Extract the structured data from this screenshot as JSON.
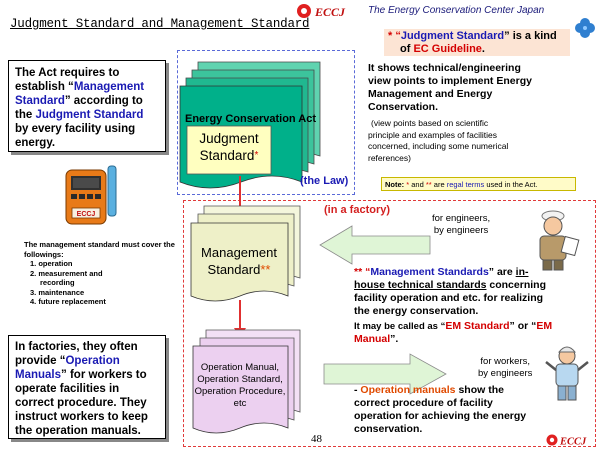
{
  "header": {
    "title": "Judgment Standard and Management Standard",
    "logo_text": "ECCJ",
    "org_name": "The Energy Conservation Center Japan"
  },
  "left": {
    "act_box": {
      "line1": "The Act requires to",
      "line2a": "establish “",
      "line2b": "Management",
      "line3a": "Standard",
      "line3b": "” according to",
      "line4a": "the ",
      "line4b": "Judgment Standard",
      "line5": "by every facility using",
      "line6": "energy."
    },
    "device_label": "ECCJ",
    "mgmt_intro": "The management standard must cover the followings:",
    "mgmt_list": [
      "1. operation",
      "2. measurement and",
      "recording",
      "3. maintenance",
      "4. future replacement"
    ],
    "factory_box": {
      "line1": "In factories, they often",
      "line2a": "provide “",
      "line2b": "Operation",
      "line3a": "Manuals",
      "line3b": "” for workers to",
      "line4": "operate facilities in",
      "line5": "correct procedure. They",
      "line6": "instruct workers to keep",
      "line7": "the operation manuals."
    }
  },
  "center": {
    "act_doc": "Energy Conservation Act",
    "judgment_line1": "Judgment",
    "judgment_line2": "Standard",
    "judgment_mark": "*",
    "the_law": "(the Law)",
    "in_factory": "(in a factory)",
    "mgmt_line1": "Management",
    "mgmt_line2": "Standard",
    "mgmt_mark": "**",
    "manual_lines": [
      "Operation Manual,",
      "Operation Standard,",
      "Operation Procedure,",
      "etc"
    ]
  },
  "right": {
    "top_note": {
      "mark": "* “",
      "term": "Judgment Standard",
      "mid": "” is a kind",
      "line2a": "of ",
      "line2b": "EC Guideline",
      "line2c": "."
    },
    "shows_lines": [
      "It shows technical/engineering",
      "view points to implement Energy",
      "Management and Energy",
      "Conservation."
    ],
    "shows_detail_lines": [
      "(view points based on scientific",
      "principle and examples of facilities",
      "concerned, including some numerical",
      "references)"
    ],
    "note": {
      "a": "Note: ",
      "b": "*",
      "c": " and ",
      "d": "**",
      "e": " are ",
      "f": "regal terms",
      "g": " used in the Act."
    },
    "for_engineers_line1": "for engineers,",
    "for_engineers_line2": "by engineers",
    "ms_desc": {
      "mark": "** “",
      "term": "Management Standards",
      "mid": "” are ",
      "inhouse1": "in-",
      "inhouse2": "house technical standards",
      "rest1": " concerning",
      "rest2": "facility operation and etc. for realizing",
      "rest3": "the energy conservation.",
      "called1": "It may be called as “",
      "em1": "EM Standard",
      "called2": "” or “",
      "em2": "EM",
      "called3": "Manual",
      "called4": "”."
    },
    "for_workers_line1": "for workers,",
    "for_workers_line2": "by engineers",
    "om_desc": {
      "dash": "- ",
      "term": "Operation manuals",
      "rest1": " show the",
      "rest2": "correct procedure of facility",
      "rest3": "operation for achieving the energy",
      "rest4": "conservation."
    }
  },
  "footer": {
    "page_number": "48",
    "logo_text": "ECCJ"
  },
  "colors": {
    "doc_green": "#00b08a",
    "doc_green_light": "#5fd3b0",
    "judgment_box": "#ffffc0",
    "mgmt_doc": "#eef0c8",
    "manual_doc": "#ecd0f0",
    "arrow_green": "#dff5d6",
    "arrow_red": "#e03030",
    "accent_red": "#d40000",
    "accent_blue": "#1a1ab3"
  }
}
